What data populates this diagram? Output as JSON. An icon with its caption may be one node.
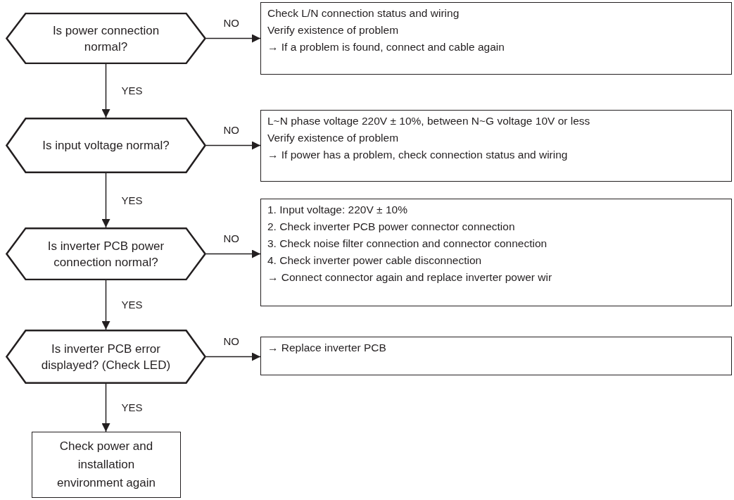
{
  "diagram": {
    "nodes": [
      {
        "text": [
          "Is power connection normal?"
        ]
      },
      {
        "text": [
          "Check L/N connection status and wiring",
          "Verify existence of problem",
          "→ If a problem is found, connect and cable again"
        ]
      },
      {
        "text": [
          "Is input voltage normal?"
        ]
      },
      {
        "text": [
          "L~N phase voltage 220V ± 10%, between N~G voltage 10V or less",
          "Verify existence of problem",
          "→ If power has a problem, check connection status and wiring"
        ]
      },
      {
        "text": [
          "Is inverter PCB power connection normal?"
        ]
      },
      {
        "text": [
          "1. Input voltage: 220V ± 10%",
          "2. Check inverter PCB power connector connection",
          "3. Check noise filter connection and connector connection",
          "4. Check inverter power cable disconnection",
          "→ Connect connector again and replace inverter power wir"
        ]
      },
      {
        "text": [
          "Is inverter PCB error displayed? (Check LED)"
        ]
      },
      {
        "text": [
          "→ Replace inverter PCB"
        ]
      },
      {
        "text": [
          "Check power and installation environment again"
        ]
      }
    ],
    "edges": [
      {
        "from": 0,
        "to": 1,
        "arrow": "to",
        "label": "NO"
      },
      {
        "from": 0,
        "to": 2,
        "arrow": "to",
        "label": "YES"
      },
      {
        "from": 2,
        "to": 3,
        "arrow": "to",
        "label": "NO"
      },
      {
        "from": 2,
        "to": 4,
        "arrow": "to",
        "label": "YES"
      },
      {
        "from": 4,
        "to": 5,
        "arrow": "to",
        "label": "NO"
      },
      {
        "from": 4,
        "to": 6,
        "arrow": "to",
        "label": "YES"
      },
      {
        "from": 6,
        "to": 7,
        "arrow": "to",
        "label": "NO"
      },
      {
        "from": 6,
        "to": 8,
        "arrow": "to",
        "label": "YES"
      }
    ]
  }
}
